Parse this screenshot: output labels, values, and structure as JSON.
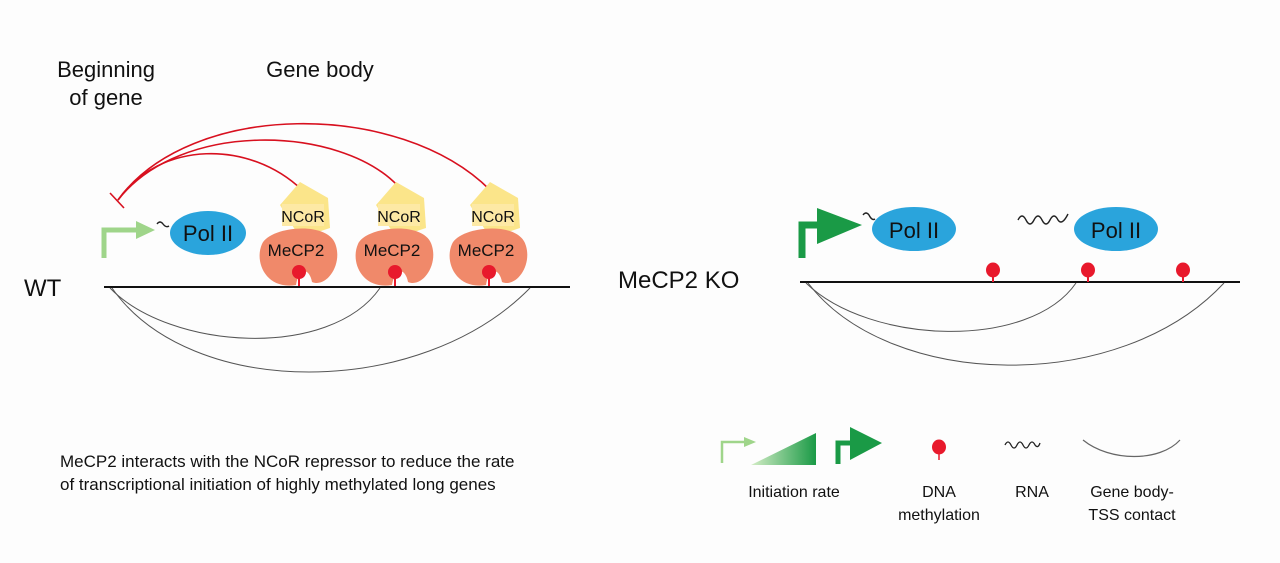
{
  "wt_panel": {
    "header_beginning_line1": "Beginning",
    "header_beginning_line2": "of gene",
    "header_gene_body": "Gene body",
    "condition_label": "WT",
    "polymerase_label": "Pol II",
    "complexes": [
      {
        "repressor": "NCoR",
        "protein": "MeCP2"
      },
      {
        "repressor": "NCoR",
        "protein": "MeCP2"
      },
      {
        "repressor": "NCoR",
        "protein": "MeCP2"
      }
    ]
  },
  "ko_panel": {
    "condition_label": "MeCP2 KO",
    "polymerases": [
      "Pol II",
      "Pol II"
    ],
    "methylation_sites": 3
  },
  "caption": {
    "line1": "MeCP2 interacts with the NCoR repressor to reduce the rate",
    "line2": "of transcriptional initiation of highly methylated long genes"
  },
  "legend": {
    "initiation_rate": "Initiation rate",
    "dna_methylation_line1": "DNA",
    "dna_methylation_line2": "methylation",
    "rna": "RNA",
    "contact_line1": "Gene body-",
    "contact_line2": "TSS contact"
  },
  "colors": {
    "pol2_fill": "#2aa4dc",
    "mecp2_fill": "#f0896a",
    "ncor_fill": "#fbe58a",
    "ncor_dark": "#f7d36a",
    "methylation": "#e8192c",
    "repression_arc": "#d8101f",
    "promoter_weak": "#9fd58a",
    "promoter_strong": "#1a9a46"
  }
}
